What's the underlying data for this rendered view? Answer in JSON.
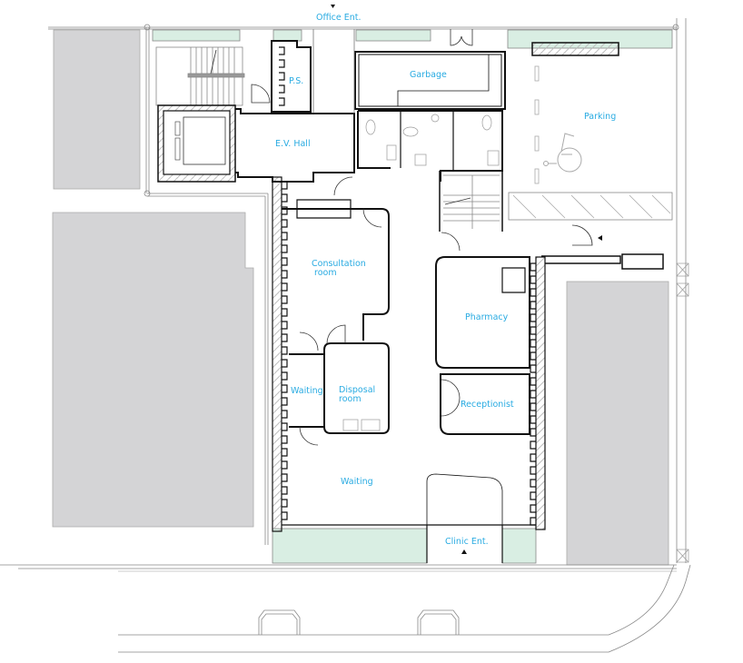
{
  "diagram": {
    "type": "architectural-floor-plan",
    "colors": {
      "label": "#29abe2",
      "wall": "#111111",
      "thin_line": "#777777",
      "neighbor_building": "#d4d4d6",
      "planting": "#d9eee3",
      "hatch": "#bbbbbb"
    },
    "entrances": {
      "office": {
        "label": "Office Ent.",
        "arrow": "down-arrow"
      },
      "clinic": {
        "label": "Clinic Ent.",
        "arrow": "up-arrow"
      },
      "parking_side": {
        "arrow": "left-arrow"
      }
    },
    "rooms": [
      {
        "id": "ps",
        "label": "P.S."
      },
      {
        "id": "garbage",
        "label": "Garbage"
      },
      {
        "id": "parking",
        "label": "Parking"
      },
      {
        "id": "ev_hall",
        "label": "E.V. Hall"
      },
      {
        "id": "consultation",
        "label": "Consultation\n room"
      },
      {
        "id": "pharmacy",
        "label": "Pharmacy"
      },
      {
        "id": "waiting_small",
        "label": "Waiting"
      },
      {
        "id": "disposal",
        "label": "Disposal\nroom"
      },
      {
        "id": "receptionist",
        "label": "Receptionist"
      },
      {
        "id": "waiting_main",
        "label": "Waiting"
      }
    ],
    "symbols": [
      "stair-icon",
      "elevator-icon",
      "toilet-icon",
      "sink-icon",
      "wheelchair-accessible-icon",
      "door-swing-icon"
    ]
  }
}
